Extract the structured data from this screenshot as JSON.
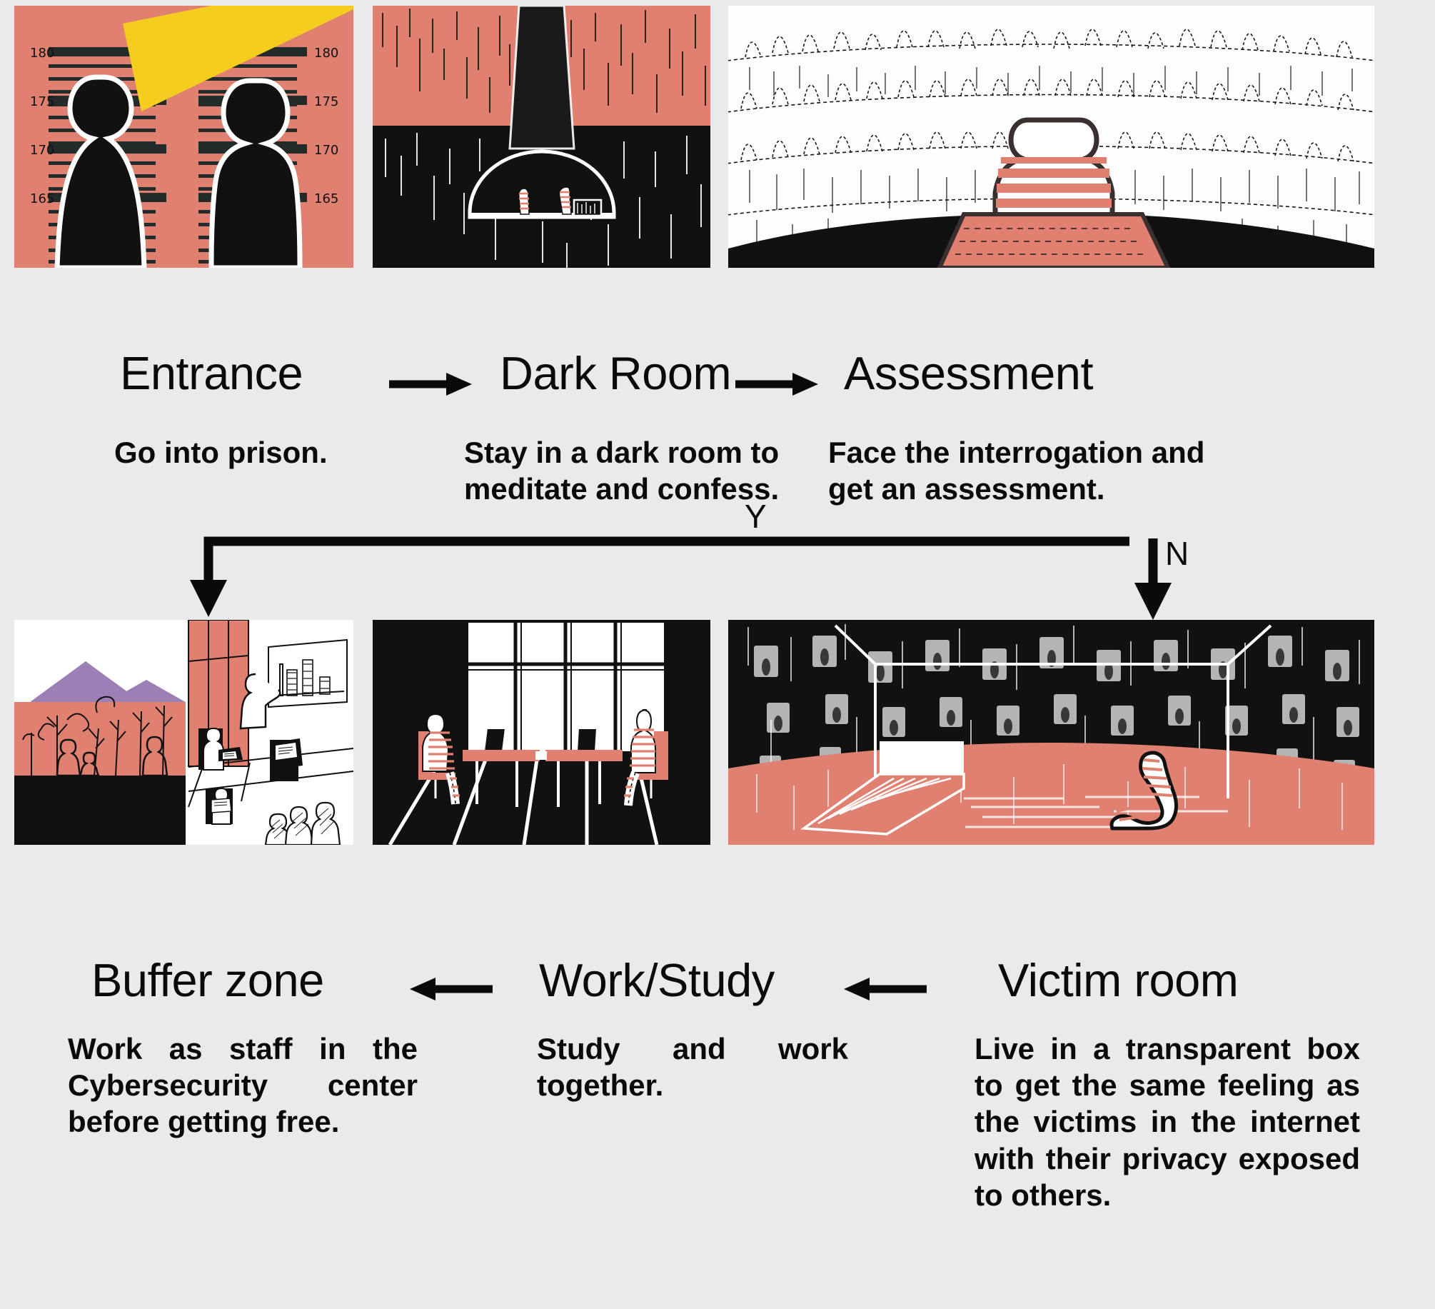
{
  "diagram": {
    "background_color": "#e9eaec",
    "accent_coral": "#e08070",
    "accent_purple": "#9b7fb5",
    "accent_yellow": "#f5cd1e",
    "ink": "#0a0a0a"
  },
  "steps": [
    {
      "id": "entrance",
      "title": "Entrance",
      "description": "Go into prison.",
      "image_name": "mugshot-height-chart-illustration",
      "height_ticks": [
        "180",
        "175",
        "170",
        "165"
      ]
    },
    {
      "id": "dark-room",
      "title": "Dark Room",
      "description": "Stay in a dark room to meditate and confess.",
      "image_name": "dark-room-dome-illustration"
    },
    {
      "id": "assessment",
      "title": "Assessment",
      "description": "Face the interrogation and get an assessment.",
      "image_name": "interrogation-amphitheatre-illustration"
    },
    {
      "id": "buffer-zone",
      "title": "Buffer zone",
      "description": "Work as staff in the Cybersecurity center before getting free.",
      "image_name": "cybersecurity-office-landscape-illustration"
    },
    {
      "id": "work-study",
      "title": "Work/Study",
      "description": "Study and work together.",
      "image_name": "study-desk-window-illustration"
    },
    {
      "id": "victim-room",
      "title": "Victim room",
      "description": "Live in a transparent box to get the same feeling as the victims in the internet with their privacy exposed to others.",
      "image_name": "transparent-box-watchers-illustration"
    }
  ],
  "connectors": {
    "entrance_to_dark": "→",
    "dark_to_assessment": "→",
    "branch_yes": "Y",
    "branch_no": "N",
    "victim_to_work": "←",
    "work_to_buffer": "←"
  }
}
